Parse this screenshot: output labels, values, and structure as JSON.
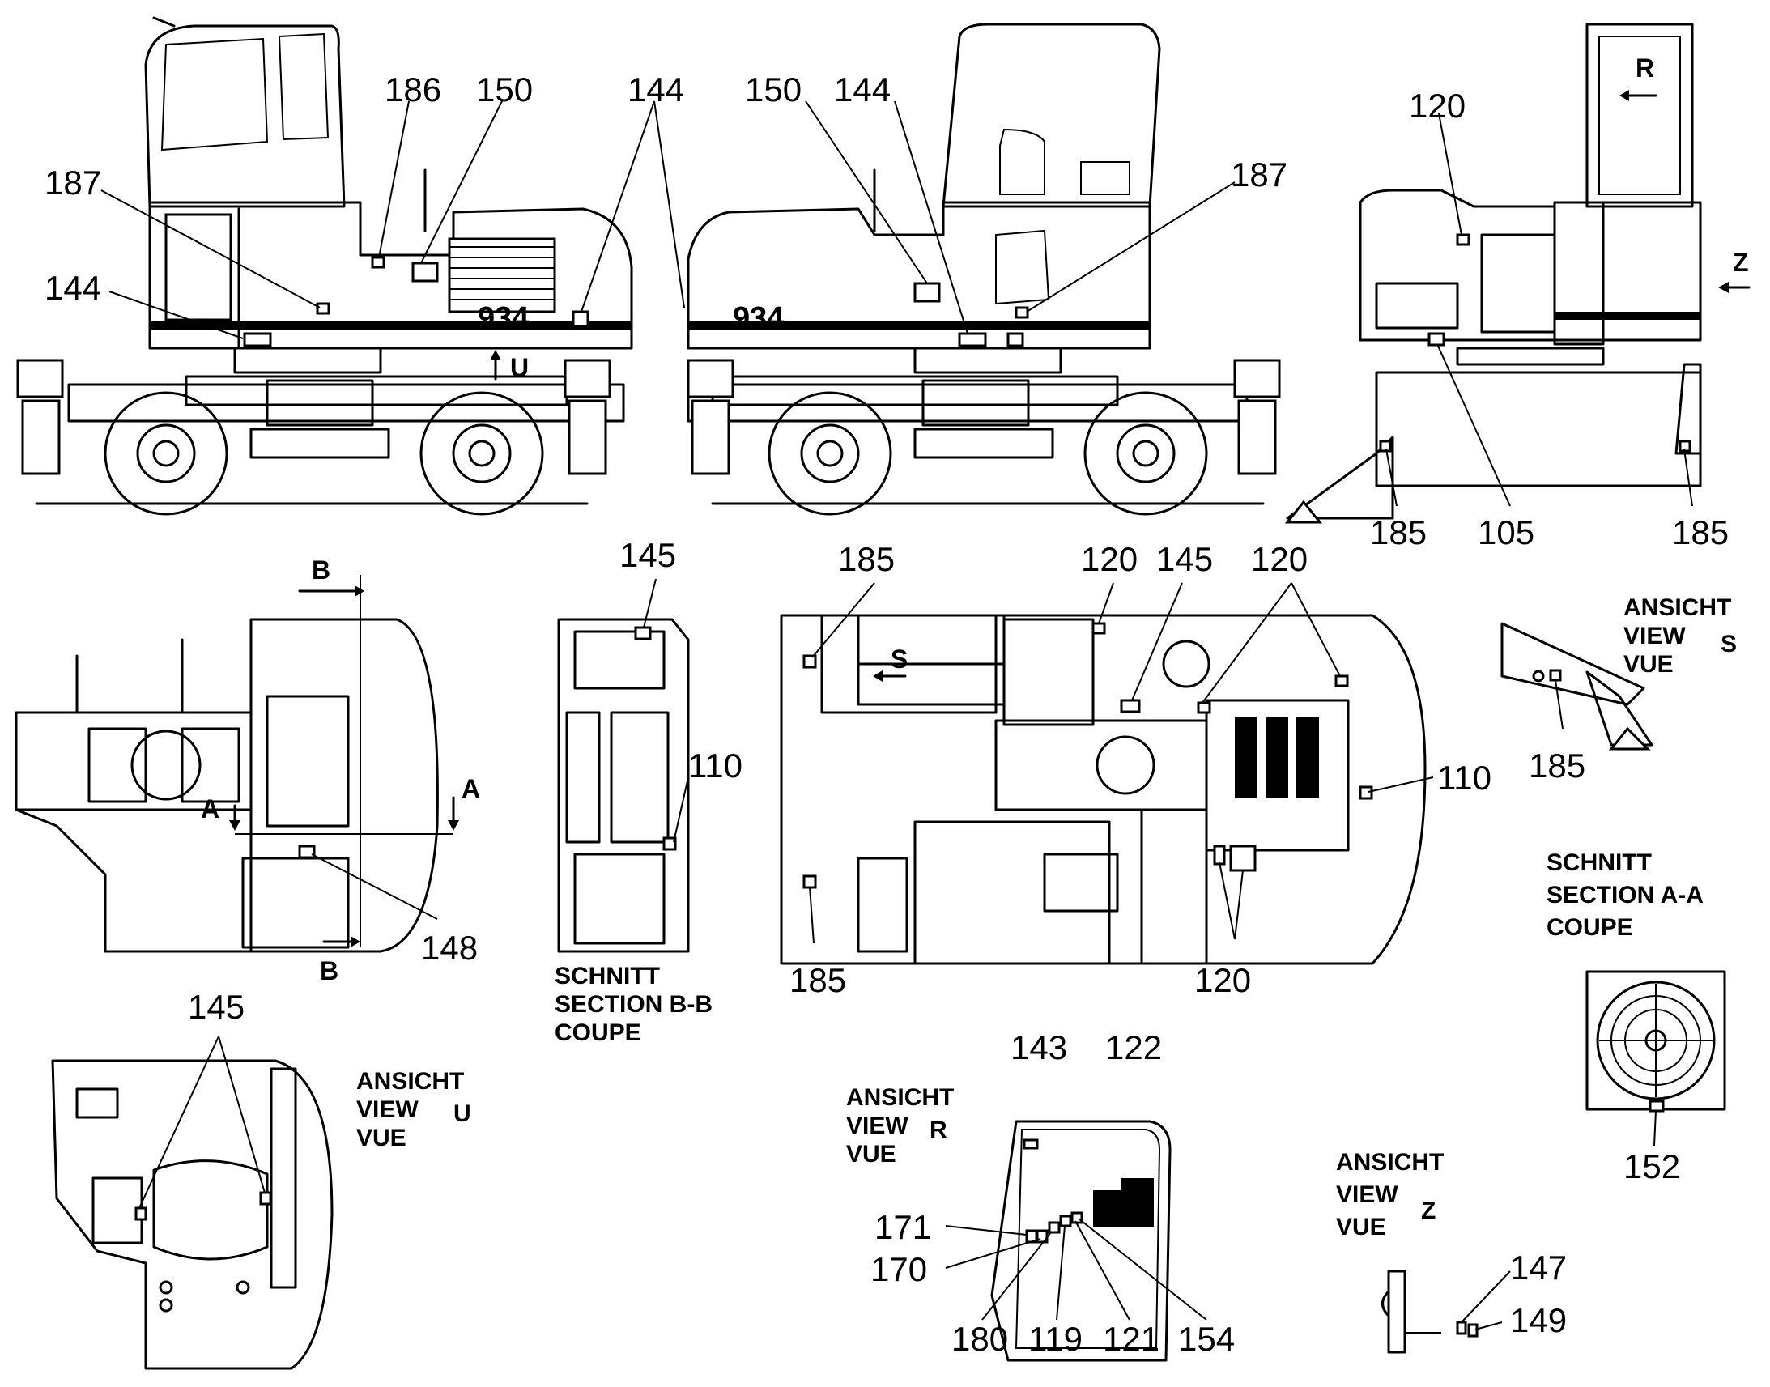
{
  "callouts": [
    {
      "id": "c187a",
      "text": "187"
    },
    {
      "id": "c186",
      "text": "186"
    },
    {
      "id": "c150a",
      "text": "150"
    },
    {
      "id": "c144a",
      "text": "144"
    },
    {
      "id": "c144b",
      "text": "144"
    },
    {
      "id": "c150b",
      "text": "150"
    },
    {
      "id": "c144c",
      "text": "144"
    },
    {
      "id": "c187b",
      "text": "187"
    },
    {
      "id": "c120a",
      "text": "120"
    },
    {
      "id": "c185a",
      "text": "185"
    },
    {
      "id": "c105",
      "text": "105"
    },
    {
      "id": "c185b",
      "text": "185"
    },
    {
      "id": "c145a",
      "text": "145"
    },
    {
      "id": "c110a",
      "text": "110"
    },
    {
      "id": "c148",
      "text": "148"
    },
    {
      "id": "c185c",
      "text": "185"
    },
    {
      "id": "c120b",
      "text": "120"
    },
    {
      "id": "c145b",
      "text": "145"
    },
    {
      "id": "c120c",
      "text": "120"
    },
    {
      "id": "c110b",
      "text": "110"
    },
    {
      "id": "c185d",
      "text": "185"
    },
    {
      "id": "c120d",
      "text": "120"
    },
    {
      "id": "c185e",
      "text": "185"
    },
    {
      "id": "c145c",
      "text": "145"
    },
    {
      "id": "c143",
      "text": "143"
    },
    {
      "id": "c122",
      "text": "122"
    },
    {
      "id": "c171",
      "text": "171"
    },
    {
      "id": "c170",
      "text": "170"
    },
    {
      "id": "c180",
      "text": "180"
    },
    {
      "id": "c119",
      "text": "119"
    },
    {
      "id": "c121",
      "text": "121"
    },
    {
      "id": "c154",
      "text": "154"
    },
    {
      "id": "c152",
      "text": "152"
    },
    {
      "id": "c147",
      "text": "147"
    },
    {
      "id": "c149",
      "text": "149"
    }
  ],
  "view_letters": {
    "U": "U",
    "R": "R",
    "Z": "Z",
    "S": "S",
    "A": "A",
    "B": "B"
  },
  "model_badge": "934",
  "captions": {
    "view_s": {
      "l1": "ANSICHT",
      "l2": "VIEW",
      "l3": "VUE",
      "letter": "S"
    },
    "section_aa": {
      "l1": "SCHNITT",
      "l2": "SECTION  A-A",
      "l3": "COUPE"
    },
    "section_bb": {
      "l1": "SCHNITT",
      "l2": "SECTION  B-B",
      "l3": "COUPE"
    },
    "view_u": {
      "l1": "ANSICHT",
      "l2": "VIEW",
      "l3": "VUE",
      "letter": "U"
    },
    "view_r": {
      "l1": "ANSICHT",
      "l2": "VIEW",
      "l3": "VUE",
      "letter": "R"
    },
    "view_z": {
      "l1": "ANSICHT",
      "l2": "VIEW",
      "l3": "VUE",
      "letter": "Z"
    }
  }
}
